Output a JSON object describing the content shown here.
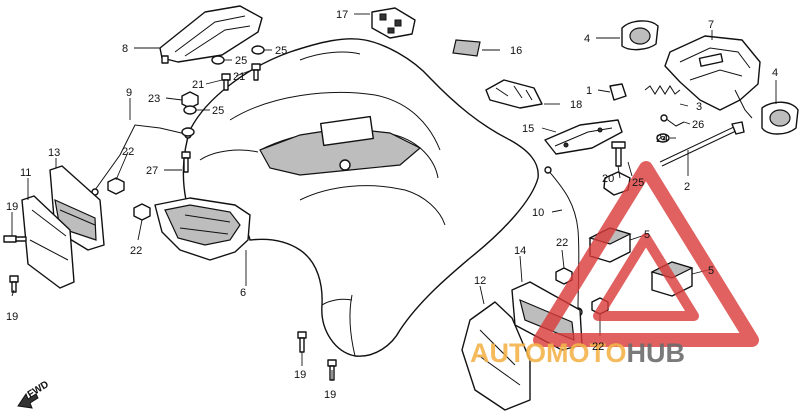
{
  "labels": {
    "p1": "1",
    "p2": "2",
    "p3": "3",
    "p4a": "4",
    "p4b": "4",
    "p5a": "5",
    "p5b": "5",
    "p6": "6",
    "p7": "7",
    "p8": "8",
    "p9": "9",
    "p10": "10",
    "p11": "11",
    "p12": "12",
    "p13": "13",
    "p14": "14",
    "p15": "15",
    "p16": "16",
    "p17": "17",
    "p18": "18",
    "p19a": "19",
    "p19b": "19",
    "p19c": "19",
    "p19d": "19",
    "p20": "20",
    "p21a": "21",
    "p21b": "21",
    "p22a": "22",
    "p22b": "22",
    "p22c": "22",
    "p22d": "22",
    "p23": "23",
    "p24": "24",
    "p25a": "25",
    "p25b": "25",
    "p25c": "25",
    "p25d": "25",
    "p26": "26",
    "p27": "27"
  },
  "fwd": "FWD",
  "watermark": {
    "part1": "AUTO",
    "part2": "MOTO",
    "part3": "HUB",
    "color_red": "#d93a3a",
    "color_orange": "#f3b24a",
    "color_gray": "#6b6b6b"
  }
}
